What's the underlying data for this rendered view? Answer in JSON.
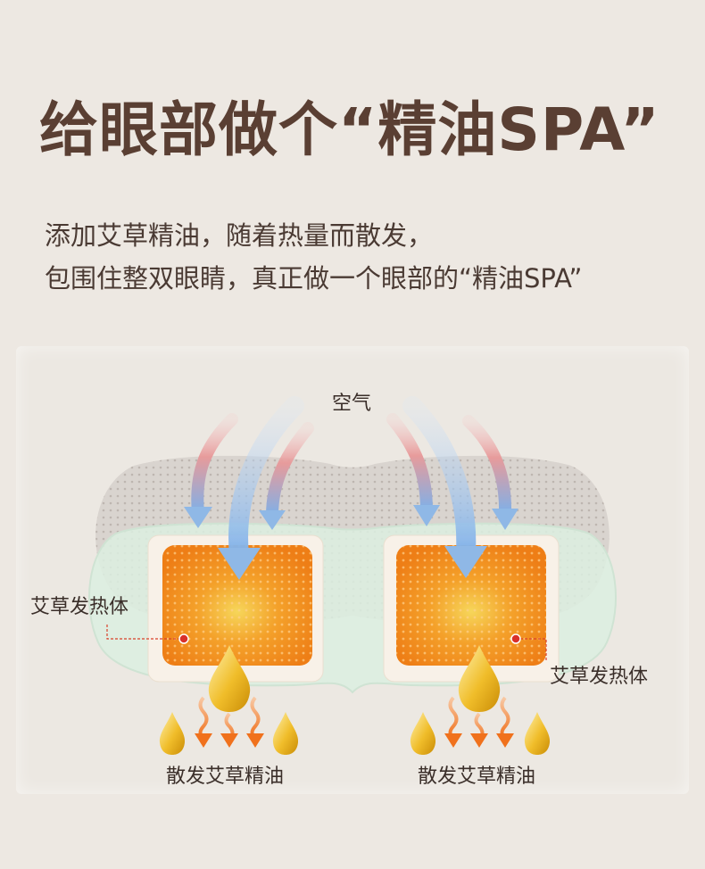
{
  "headline": "给眼部做个“精油SPA”",
  "subtext": {
    "line1": "添加艾草精油，随着热量而散发，",
    "line2": "包围住整双眼睛，真正做一个眼部的“精油SPA”"
  },
  "diagram": {
    "air_label": "空气",
    "heater_label_left": "艾草发热体",
    "heater_label_right": "艾草发热体",
    "oil_label_left": "散发艾草精油",
    "oil_label_right": "散发艾草精油"
  },
  "colors": {
    "headline": "#5a3f33",
    "heater_orange": "#f08a1e",
    "mask_gray": "#d9d4cf",
    "mask_green": "#dceee0",
    "arrow_blue": "#8fb8e6",
    "arrow_red": "#e8a3a3",
    "oil_gold": "#e6b21a"
  },
  "icons": [
    "air-arrow-icon",
    "oil-drop-icon",
    "heat-wave-arrow-icon",
    "marker-dot-icon"
  ]
}
